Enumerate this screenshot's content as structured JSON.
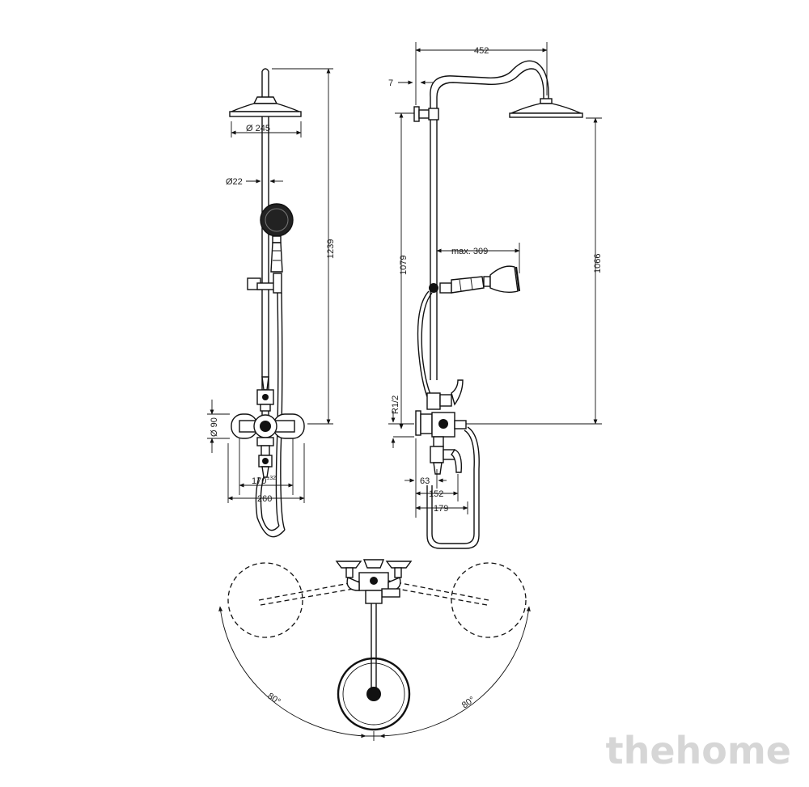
{
  "front_view": {
    "head_diameter": "Ø 245",
    "pipe_diameter": "Ø22",
    "height": "1239",
    "body_diameter": "Ø 90",
    "spacing_base": "170",
    "spacing_tol": "±32",
    "width": "260"
  },
  "side_view": {
    "arm_length": "452",
    "wall_gap": "7",
    "riser_height": "1079",
    "head_height": "1066",
    "hand_reach": "max. 309",
    "thread": "R1/2",
    "depth_63": "63",
    "depth_152": "152",
    "depth_179": "179"
  },
  "top_view": {
    "angle_left": "80°",
    "angle_right": "80°"
  },
  "watermark": "thehome"
}
